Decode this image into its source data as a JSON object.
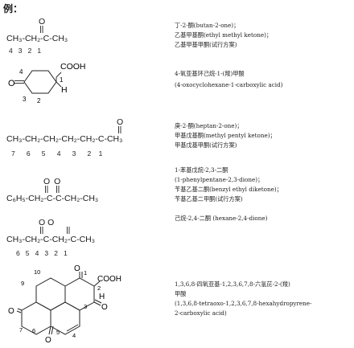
{
  "heading": "例：",
  "examples": [
    {
      "formula": "CH₃-CH₂-C-CH₃",
      "carbonyl": "O",
      "numbering": "4   3   2   1",
      "lines": [
        "丁-2-酮(butan-2-one)；",
        "乙基甲基酮(ethyl methyl ketone)；",
        "乙基甲基甲酮(试行方案)"
      ]
    },
    {
      "ring_o": "O",
      "cooh": "COOH",
      "h": "H",
      "ring_nums": [
        "4",
        "1",
        "3",
        "2"
      ],
      "lines": [
        "4-氧亚基环己烷-1-(羧)甲酸",
        "(4-oxocyclohexane-1-carboxylic acid)"
      ]
    },
    {
      "formula": "CH₃-CH₂-CH₂-CH₂-CH₂-C-CH₃",
      "carbonyl": "O",
      "numbering": "7      6      5      4      3      2    1",
      "lines": [
        "庚-2-酮(heptan-2-one)；",
        "甲基戊基酮(methyl pentyl ketone)；",
        "甲基戊基甲酮(试行方案)"
      ]
    },
    {
      "formula": "C₆H₅-CH₂-C-C-CH₂-CH₃",
      "carbonyl": "O O",
      "lines": [
        "1-苯基戊烷-2,3-二酮",
        "(1-phenylpentane-2,3-dione)；",
        "苄基乙基二酮(benzyl ethyl diketone)；",
        "苄基乙基二甲酮(试行方案)"
      ]
    },
    {
      "formula": "CH₃-CH₂-C-CH₂-C-CH₃",
      "carbonyl": "O      O",
      "numbering": "6   5   4   3   2   1",
      "lines": [
        "己烷-2,4-二酮 (hexane-2,4-dione)"
      ]
    },
    {
      "atoms": {
        "n10": "10",
        "o_top": "O",
        "n1": "1",
        "cooh": "COOH",
        "n9": "9",
        "n2": "2",
        "h": "H",
        "o_left": "O",
        "n3": "3",
        "o_right": "O",
        "n7": "7",
        "n6": "6",
        "n5": "5",
        "n4": "4",
        "o_bottom": "O"
      },
      "lines": [
        "1,3,6,8-四氧亚基-1,2,3,6,7,8-六氢芘-2-(羧)",
        "甲酸",
        "(1,3,6,8-tetraoxo-1,2,3,6,7,8-hexahydropyrene-",
        "2-carboxylic acid)"
      ]
    }
  ]
}
